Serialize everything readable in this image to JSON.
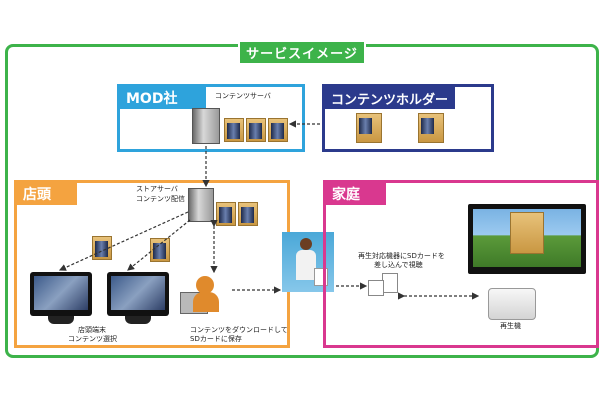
{
  "title": "サービスイメージ",
  "sections": {
    "mod": {
      "label": "MOD社",
      "server_label": "コンテンツサーバ"
    },
    "holder": {
      "label": "コンテンツホルダー"
    },
    "store": {
      "label": "店頭",
      "server_label_1": "ストアサーバ",
      "server_label_2": "コンテンツ配信",
      "terminal_label_1": "店頭端末",
      "terminal_label_2": "コンテンツ選択",
      "user_label_1": "コンテンツをダウンロードして",
      "user_label_2": "SDカードに保存"
    },
    "home": {
      "label": "家庭",
      "instruction_1": "再生対応機器にSDカードを",
      "instruction_2": "差し込んで視聴",
      "player_label": "再生機"
    }
  },
  "colors": {
    "frame": "#3db34a",
    "mod": "#2ea3dc",
    "holder": "#2b3a8c",
    "store": "#f4a340",
    "home": "#d9388f"
  }
}
